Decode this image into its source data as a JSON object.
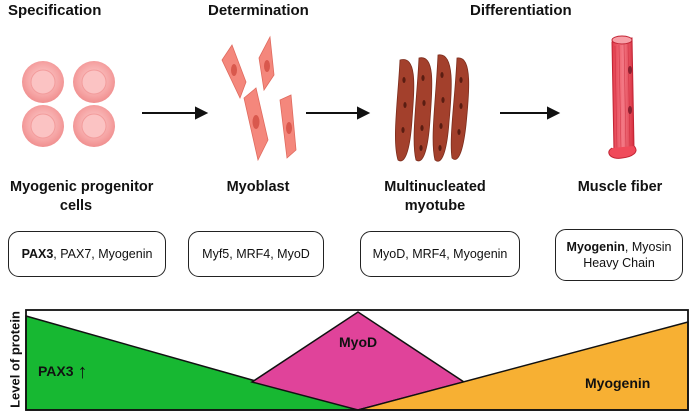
{
  "stages": {
    "specification": "Specification",
    "determination": "Determination",
    "differentiation": "Differentiation"
  },
  "cells": [
    {
      "label_line1": "Myogenic progenitor",
      "label_line2": "cells"
    },
    {
      "label_line1": "Myoblast",
      "label_line2": ""
    },
    {
      "label_line1": "Multinucleated",
      "label_line2": "myotube"
    },
    {
      "label_line1": "Muscle fiber",
      "label_line2": ""
    }
  ],
  "markers": [
    {
      "bold": "PAX3",
      "rest": ", PAX7, Myogenin"
    },
    {
      "bold": "",
      "rest": "Myf5, MRF4, MyoD"
    },
    {
      "bold": "",
      "rest": "MyoD, MRF4, Myogenin"
    },
    {
      "bold": "Myogenin",
      "rest": ", Myosin",
      "line2": "Heavy Chain"
    }
  ],
  "profile": {
    "y_axis_label": "Level of protein",
    "pax3_label": "PAX3",
    "pax3_arrow": "↑",
    "myod_label": "MyoD",
    "myogenin_label": "Myogenin"
  },
  "colors": {
    "pax3": "#17b832",
    "myod": "#e0439a",
    "myogenin": "#f7b033",
    "cell_pink": "#f6a5a5",
    "myotube": "#9e3f2c"
  }
}
